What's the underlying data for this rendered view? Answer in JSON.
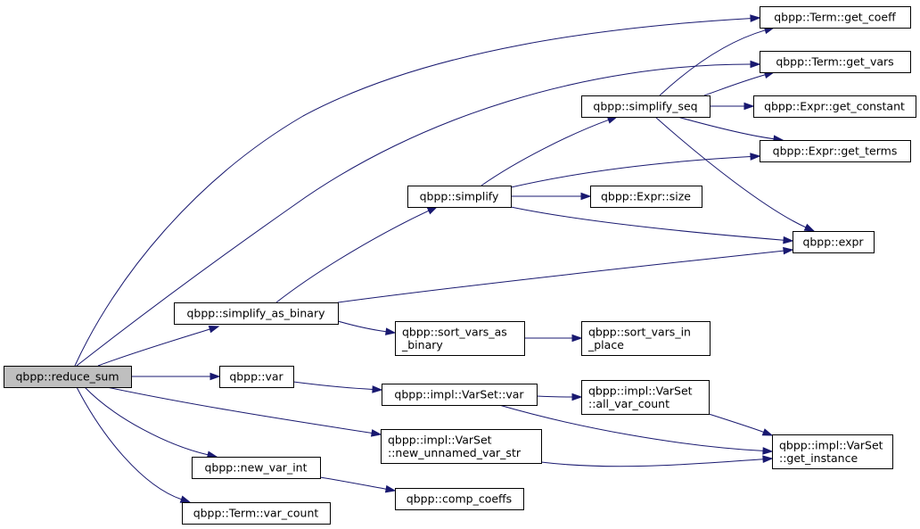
{
  "colors": {
    "edge": "#191970",
    "node_fill": "#ffffff",
    "root_fill": "#bfbfbf",
    "border": "#000000"
  },
  "nodes": [
    {
      "id": "reduce_sum",
      "lines": [
        "qbpp::reduce_sum"
      ],
      "root": true
    },
    {
      "id": "simplify_as_binary",
      "lines": [
        "qbpp::simplify_as_binary"
      ]
    },
    {
      "id": "var",
      "lines": [
        "qbpp::var"
      ]
    },
    {
      "id": "new_var_int",
      "lines": [
        "qbpp::new_var_int"
      ]
    },
    {
      "id": "term_var_count",
      "lines": [
        "qbpp::Term::var_count"
      ]
    },
    {
      "id": "term_get_coeff",
      "lines": [
        "qbpp::Term::get_coeff"
      ]
    },
    {
      "id": "term_get_vars",
      "lines": [
        "qbpp::Term::get_vars"
      ]
    },
    {
      "id": "varset_new_unnamed",
      "lines": [
        "qbpp::impl::VarSet",
        "::new_unnamed_var_str"
      ]
    },
    {
      "id": "simplify",
      "lines": [
        "qbpp::simplify"
      ]
    },
    {
      "id": "expr",
      "lines": [
        "qbpp::expr"
      ]
    },
    {
      "id": "sort_vars_as_binary",
      "lines": [
        "qbpp::sort_vars_as",
        "_binary"
      ]
    },
    {
      "id": "varset_var",
      "lines": [
        "qbpp::impl::VarSet::var"
      ]
    },
    {
      "id": "comp_coeffs",
      "lines": [
        "qbpp::comp_coeffs"
      ]
    },
    {
      "id": "varset_get_instance",
      "lines": [
        "qbpp::impl::VarSet",
        "::get_instance"
      ]
    },
    {
      "id": "simplify_seq",
      "lines": [
        "qbpp::simplify_seq"
      ]
    },
    {
      "id": "expr_get_terms",
      "lines": [
        "qbpp::Expr::get_terms"
      ]
    },
    {
      "id": "expr_size",
      "lines": [
        "qbpp::Expr::size"
      ]
    },
    {
      "id": "sort_vars_in_place",
      "lines": [
        "qbpp::sort_vars_in",
        "_place"
      ]
    },
    {
      "id": "varset_all_var_count",
      "lines": [
        "qbpp::impl::VarSet",
        "::all_var_count"
      ]
    },
    {
      "id": "expr_get_constant",
      "lines": [
        "qbpp::Expr::get_constant"
      ]
    }
  ],
  "edges": [
    [
      "reduce_sum",
      "term_get_coeff"
    ],
    [
      "reduce_sum",
      "term_get_vars"
    ],
    [
      "reduce_sum",
      "simplify_as_binary"
    ],
    [
      "reduce_sum",
      "var"
    ],
    [
      "reduce_sum",
      "varset_new_unnamed"
    ],
    [
      "reduce_sum",
      "new_var_int"
    ],
    [
      "reduce_sum",
      "term_var_count"
    ],
    [
      "simplify_as_binary",
      "simplify"
    ],
    [
      "simplify_as_binary",
      "expr"
    ],
    [
      "simplify_as_binary",
      "sort_vars_as_binary"
    ],
    [
      "simplify",
      "simplify_seq"
    ],
    [
      "simplify",
      "expr_get_terms"
    ],
    [
      "simplify",
      "expr_size"
    ],
    [
      "simplify",
      "expr"
    ],
    [
      "simplify_seq",
      "term_get_coeff"
    ],
    [
      "simplify_seq",
      "term_get_vars"
    ],
    [
      "simplify_seq",
      "expr_get_constant"
    ],
    [
      "simplify_seq",
      "expr_get_terms"
    ],
    [
      "simplify_seq",
      "expr"
    ],
    [
      "sort_vars_as_binary",
      "sort_vars_in_place"
    ],
    [
      "var",
      "varset_var"
    ],
    [
      "varset_var",
      "varset_all_var_count"
    ],
    [
      "varset_var",
      "varset_get_instance"
    ],
    [
      "varset_all_var_count",
      "varset_get_instance"
    ],
    [
      "varset_new_unnamed",
      "varset_get_instance"
    ],
    [
      "new_var_int",
      "comp_coeffs"
    ]
  ]
}
